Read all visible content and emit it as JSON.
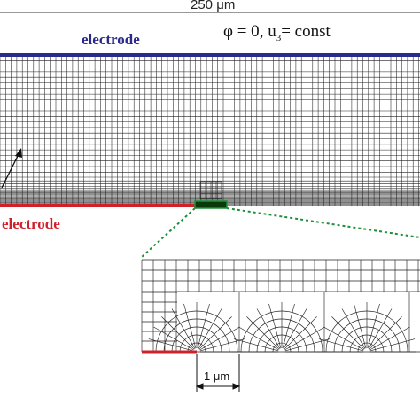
{
  "figure": {
    "top_dimension": "250 μm",
    "top_electrode_label": "electrode",
    "bottom_electrode_label": "electrode",
    "bc_phi": "φ = 0",
    "bc_u_prefix": ", u",
    "bc_u_sub": "3",
    "bc_u_suffix": "= const",
    "zoom_dimension": "1 μm"
  },
  "colors": {
    "top_electrode": "#2a2a8c",
    "bottom_electrode": "#d0202a",
    "zoom_dotted_line": "#1f8f3a",
    "mesh": "#222222"
  }
}
